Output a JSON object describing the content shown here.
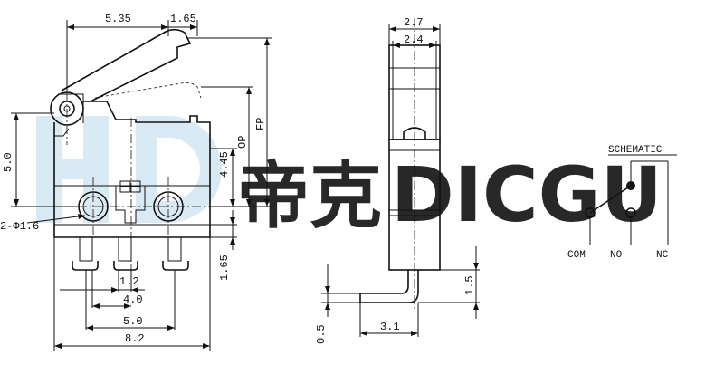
{
  "watermark": {
    "chinese_text": "帝克",
    "latin_text": "DICGU",
    "color": "#d6e8f4"
  },
  "front_view": {
    "dim_lever_width": "5.35",
    "dim_lever_offset": "1.65",
    "dim_height": "5.0",
    "dim_op": "4.45",
    "label_op": "OP",
    "label_fp": "FP",
    "dim_hole": "2-Φ1.6",
    "dim_terminal_length": "1.65",
    "dim_terminal_width": "1.2",
    "dim_pitch_outer": "4.0",
    "dim_pitch_span": "5.0",
    "dim_body_width": "8.2"
  },
  "side_view": {
    "dim_top_width": "2.7",
    "dim_inner_width": "2.4",
    "dim_terminal_height": "1.5",
    "dim_terminal_thickness": "0.5",
    "dim_terminal_bend": "3.1"
  },
  "schematic": {
    "title": "SCHEMATIC",
    "com_label": "COM",
    "no_label": "NO",
    "nc_label": "NC"
  }
}
